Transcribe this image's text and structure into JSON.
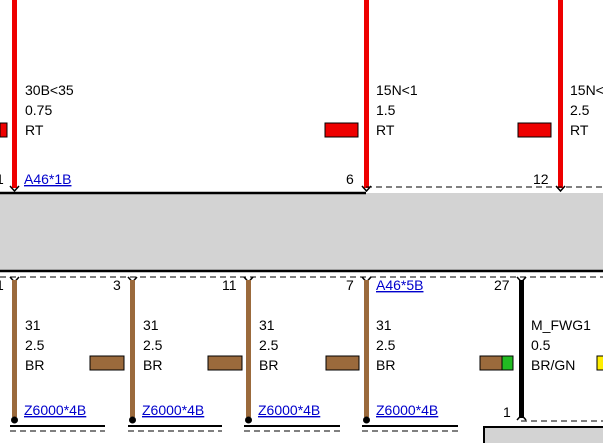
{
  "colors": {
    "red_wire": "#ee0000",
    "brown_wire": "#9b6a3c",
    "link": "#0000cc",
    "module_fill": "#d3d3d3",
    "green_stripe": "#22bb22",
    "yellow": "#ffee00"
  },
  "top_wires": [
    {
      "id": "w30b",
      "circuit": "30B<35",
      "size": "0.75",
      "color": "RT"
    },
    {
      "id": "w15n1",
      "circuit": "15N<1",
      "size": "1.5",
      "color": "RT"
    },
    {
      "id": "w15n2",
      "circuit": "15N<",
      "size": "2.5",
      "color": "RT"
    }
  ],
  "top_pins": {
    "left_pin": "1",
    "connector_link": "A46*1B",
    "pin_6": "6",
    "pin_12": "12"
  },
  "bottom_pins": {
    "left_pin": "1",
    "pin_3": "3",
    "pin_11": "11",
    "pin_7": "7",
    "connector_link": "A46*5B",
    "pin_27": "27",
    "pin_1": "1"
  },
  "bottom_wires": [
    {
      "id": "b1",
      "circuit": "31",
      "size": "2.5",
      "color": "BR",
      "link": "Z6000*4B"
    },
    {
      "id": "b2",
      "circuit": "31",
      "size": "2.5",
      "color": "BR",
      "link": "Z6000*4B"
    },
    {
      "id": "b3",
      "circuit": "31",
      "size": "2.5",
      "color": "BR",
      "link": "Z6000*4B"
    },
    {
      "id": "b4",
      "circuit": "31",
      "size": "2.5",
      "color": "BR",
      "link": "Z6000*4B"
    },
    {
      "id": "b5",
      "circuit": "M_FWG1",
      "size": "0.5",
      "color": "BR/GN"
    }
  ]
}
